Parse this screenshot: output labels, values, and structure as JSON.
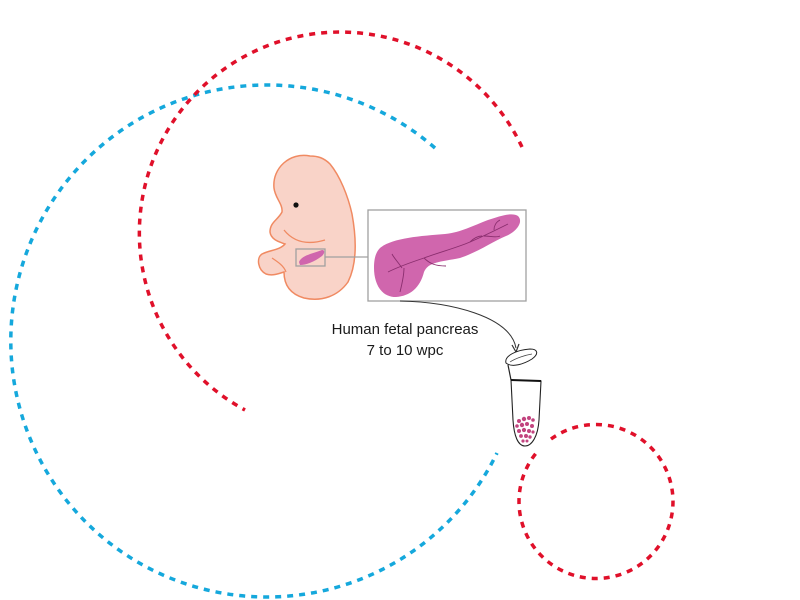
{
  "figure": {
    "caption_line1": "Human fetal pancreas",
    "caption_line2": "7 to 10 wpc",
    "colors": {
      "red_arc": "#e0102a",
      "blue_arc": "#15a8dc",
      "embryo_fill": "#f9d3c8",
      "embryo_outline": "#f08a62",
      "pancreas_fill": "#d066ad",
      "pancreas_duct": "#8a2e6e",
      "box_stroke": "#a0a0a0",
      "tube_cells": "#c2447f"
    },
    "elements": [
      "red-dotted-arc-large",
      "blue-dotted-arc-large",
      "red-dotted-circle-small",
      "embryo-illustration",
      "pancreas-magnified-inset",
      "curved-arrow",
      "microcentrifuge-tube-with-tissue"
    ]
  }
}
